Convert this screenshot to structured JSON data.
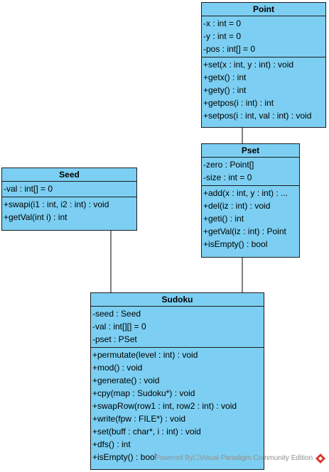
{
  "diagram": {
    "colors": {
      "class_fill": "#7ccff2",
      "border": "#1b1b1b",
      "connector": "#000000",
      "watermark": "#8f8f8f",
      "logo": "#d9342b"
    },
    "classes": {
      "point": {
        "name": "Point",
        "attributes": [
          "-x : int = 0",
          "-y : int = 0",
          "-pos : int[] = 0"
        ],
        "operations": [
          "+set(x : int, y : int) : void",
          "+getx() : int",
          "+gety() : int",
          "+getpos(i : int) : int",
          "+setpos(i : int, val : int) : void"
        ]
      },
      "pset": {
        "name": "Pset",
        "attributes": [
          "-zero : Point[]",
          "-size : int = 0"
        ],
        "operations": [
          "+add(x : int, y : int) : ...",
          "+del(iz : int) : void",
          "+geti() : int",
          "+getVal(iz : int) : Point",
          "+isEmpty() : bool"
        ]
      },
      "seed": {
        "name": "Seed",
        "attributes": [
          "-val : int[] = 0"
        ],
        "operations": [
          "+swapi(i1 : int, i2 : int) : void",
          "+getVal(int i) : int"
        ]
      },
      "sudoku": {
        "name": "Sudoku",
        "attributes": [
          "-seed : Seed",
          "-val : int[][] = 0",
          "-pset : PSet"
        ],
        "operations": [
          "+permutate(level : int) : void",
          "+mod() : void",
          "+generate() : void",
          "+cpy(map : Sudoku*) : void",
          "+swapRow(row1 : int, row2 : int) : void",
          "+write(fpw : FILE*) : void",
          "+set(buff : char*, i : int) : void",
          "+dfs() : int",
          "+isEmpty() : bool"
        ]
      }
    },
    "watermark": "Powered By☐Visual Paradigm Community Edition",
    "logo_icon": "visual-paradigm-logo-icon"
  }
}
